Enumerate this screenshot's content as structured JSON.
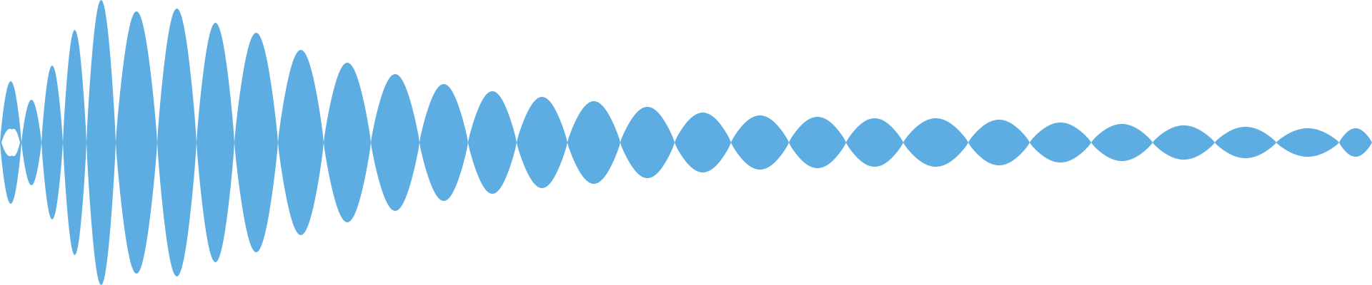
{
  "waveform": {
    "fill_color": "#5DADE2",
    "background_color": "#FFFFFF",
    "envelope_profile": [
      0.43,
      0.3,
      0.54,
      0.79,
      1.0,
      0.92,
      0.94,
      0.84,
      0.77,
      0.65,
      0.56,
      0.48,
      0.41,
      0.36,
      0.32,
      0.29,
      0.25,
      0.21,
      0.19,
      0.18,
      0.17,
      0.17,
      0.16,
      0.14,
      0.13,
      0.12,
      0.11,
      0.1,
      0.1,
      0.09,
      0.08,
      0.08
    ],
    "inner_ripple_amount": 0.55
  }
}
